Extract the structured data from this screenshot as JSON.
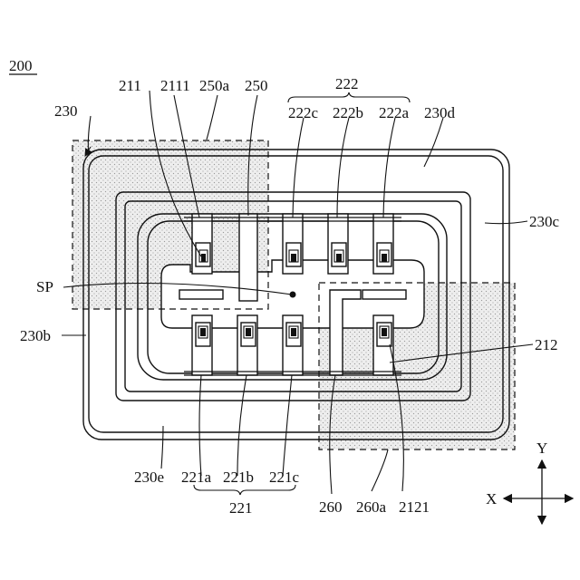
{
  "figure_number": "200",
  "labels": {
    "l211": "211",
    "l2111": "2111",
    "l250a": "250a",
    "l250": "250",
    "l222": "222",
    "l222c": "222c",
    "l222b": "222b",
    "l222a": "222a",
    "l230d": "230d",
    "l230": "230",
    "l230c": "230c",
    "lSP": "SP",
    "l230b": "230b",
    "l212": "212",
    "l230e": "230e",
    "l221a": "221a",
    "l221b": "221b",
    "l221c": "221c",
    "l221": "221",
    "l260": "260",
    "l260a": "260a",
    "l2121": "2121"
  },
  "axes": {
    "x": "X",
    "y": "Y"
  }
}
